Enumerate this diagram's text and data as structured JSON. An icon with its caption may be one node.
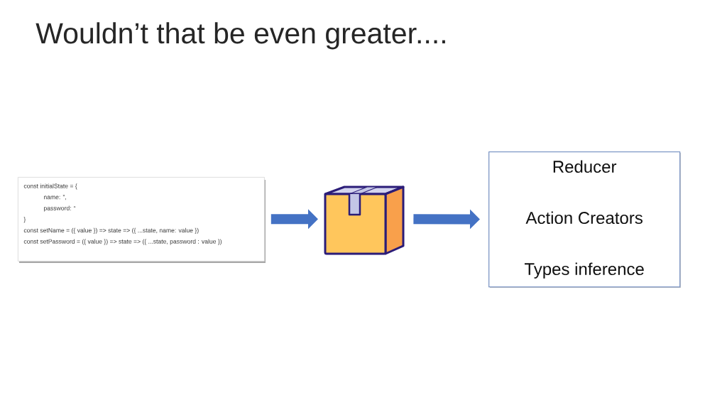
{
  "diagram": {
    "title": "Wouldn’t that be even greater....",
    "nodes": [
      {
        "text": [
          "const initialState = {",
          "name: ”,",
          "password: “",
          "}",
          "const setName = ({ value }) => state => ({ ...state, name: value })",
          "const setPassword = ({ value }) => state => ({ ...state, password : value })"
        ]
      },
      {
        "text": [],
        "shape": "picture"
      },
      {
        "text": [
          "Reducer",
          "Action Creators",
          "Types inference"
        ]
      }
    ],
    "edges": [
      {
        "from": 0,
        "to": 1,
        "arrow": "to"
      },
      {
        "from": 1,
        "to": 2,
        "arrow": "to"
      }
    ]
  }
}
